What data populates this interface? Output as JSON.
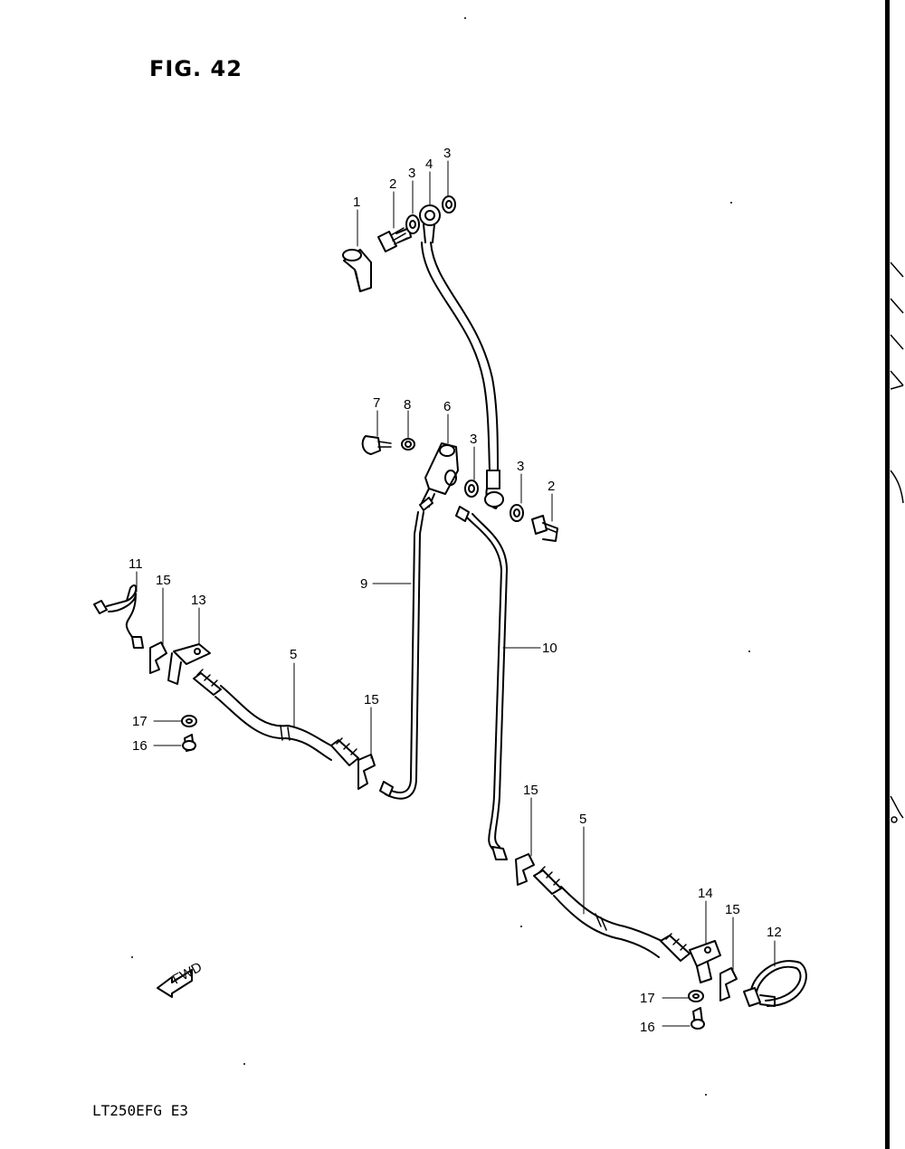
{
  "figure": {
    "title": "FIG. 42",
    "footer": "LT250EFG E3"
  },
  "forward_arrow_text": "FWD",
  "callouts": [
    {
      "id": "c1",
      "num": "1"
    },
    {
      "id": "c2a",
      "num": "2"
    },
    {
      "id": "c3a",
      "num": "3"
    },
    {
      "id": "c4",
      "num": "4"
    },
    {
      "id": "c3b",
      "num": "3"
    },
    {
      "id": "c7",
      "num": "7"
    },
    {
      "id": "c8",
      "num": "8"
    },
    {
      "id": "c6",
      "num": "6"
    },
    {
      "id": "c3c",
      "num": "3"
    },
    {
      "id": "c3d",
      "num": "3"
    },
    {
      "id": "c2b",
      "num": "2"
    },
    {
      "id": "c9",
      "num": "9"
    },
    {
      "id": "c10",
      "num": "10"
    },
    {
      "id": "c11",
      "num": "11"
    },
    {
      "id": "c15a",
      "num": "15"
    },
    {
      "id": "c13",
      "num": "13"
    },
    {
      "id": "c5a",
      "num": "5"
    },
    {
      "id": "c15b",
      "num": "15"
    },
    {
      "id": "c17a",
      "num": "17"
    },
    {
      "id": "c16a",
      "num": "16"
    },
    {
      "id": "c15c",
      "num": "15"
    },
    {
      "id": "c5b",
      "num": "5"
    },
    {
      "id": "c14",
      "num": "14"
    },
    {
      "id": "c15d",
      "num": "15"
    },
    {
      "id": "c12",
      "num": "12"
    },
    {
      "id": "c17b",
      "num": "17"
    },
    {
      "id": "c16b",
      "num": "16"
    }
  ]
}
